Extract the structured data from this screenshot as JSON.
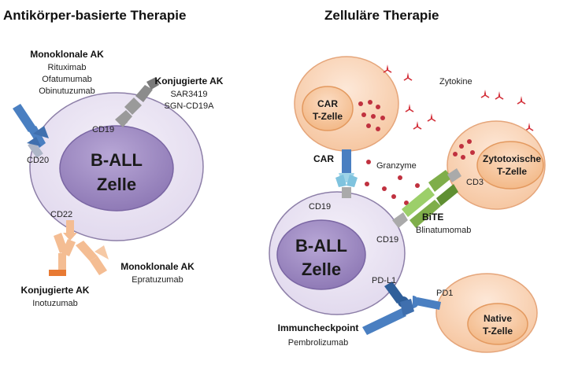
{
  "left": {
    "title": "Antikörper-basierte Therapie",
    "cell": {
      "line1": "B-ALL",
      "line2": "Zelle"
    },
    "receptors": {
      "cd19": "CD19",
      "cd20": "CD20",
      "cd22": "CD22"
    },
    "mab_top": {
      "heading": "Monoklonale AK",
      "items": [
        "Rituximab",
        "Ofatumumab",
        "Obinutuzumab"
      ]
    },
    "conj_top": {
      "heading": "Konjugierte AK",
      "items": [
        "SAR3419",
        "SGN-CD19A"
      ]
    },
    "mab_bottom": {
      "heading": "Monoklonale AK",
      "items": [
        "Epratuzumab"
      ]
    },
    "conj_bottom": {
      "heading": "Konjugierte AK",
      "items": [
        "Inotuzumab"
      ]
    }
  },
  "right": {
    "title": "Zelluläre  Therapie",
    "car_cell": {
      "line1": "CAR",
      "line2": "T-Zelle"
    },
    "cytotoxic_cell": {
      "line1": "Zytotoxische",
      "line2": "T-Zelle"
    },
    "ball_cell": {
      "line1": "B-ALL",
      "line2": "Zelle"
    },
    "native_cell": {
      "line1": "Native",
      "line2": "T-Zelle"
    },
    "labels": {
      "zytokine": "Zytokine",
      "granzyme": "Granzyme",
      "car": "CAR",
      "cd19_a": "CD19",
      "cd19_b": "CD19",
      "cd3": "CD3",
      "pdl1": "PD-L1",
      "pd1": "PD1"
    },
    "bite": {
      "heading": "BiTE",
      "item": "Blinatumomab"
    },
    "checkpoint": {
      "heading": "Immuncheckpoint",
      "item": "Pembrolizumab"
    }
  },
  "colors": {
    "ball_outer": "#ece6f3",
    "ball_inner": "#9f8bc2",
    "tcell_outer": "#fbd8bf",
    "tcell_inner": "#f7c6a0",
    "antibody_blue": "#4a7fc1",
    "antibody_gray": "#9a9a9a",
    "antibody_peach": "#f4bd93",
    "antibody_orange": "#e87a33",
    "bite_green": "#7fae4a",
    "car_light": "#9fd4e8",
    "granzyme": "#c0313f",
    "cytokine": "#d3303a",
    "checkpoint_blue": "#2f5f9a"
  }
}
